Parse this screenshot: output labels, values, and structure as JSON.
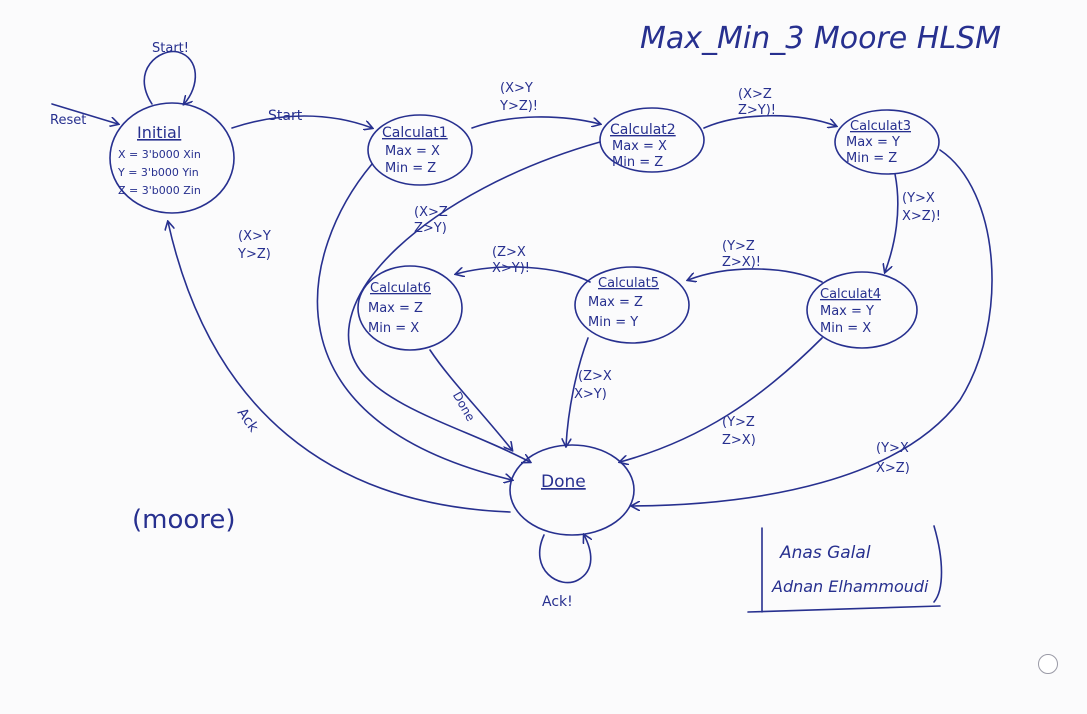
{
  "title": "Max_Min_3 Moore HLSM",
  "labels": {
    "reset": "Reset",
    "start_bang": "Start!",
    "start": "Start",
    "ack": "Ack",
    "ack_bang": "Ack!",
    "done_edge": "Done",
    "moore": "(moore)"
  },
  "states": {
    "initial": {
      "name": "Initial",
      "lines": [
        "X = 3'b000 Xin",
        "Y = 3'b000 Yin",
        "Z = 3'b000 Zin"
      ]
    },
    "calc1": {
      "name": "Calculat1",
      "lines": [
        "Max = X",
        "Min = Z"
      ]
    },
    "calc2": {
      "name": "Calculat2",
      "lines": [
        "Max = X",
        "Min = Z"
      ]
    },
    "calc3": {
      "name": "Calculat3",
      "lines": [
        "Max = Y",
        "Min = Z"
      ]
    },
    "calc4": {
      "name": "Calculat4",
      "lines": [
        "Max = Y",
        "Min = X"
      ]
    },
    "calc5": {
      "name": "Calculat5",
      "lines": [
        "Max = Z",
        "Min = Y"
      ]
    },
    "calc6": {
      "name": "Calculat6",
      "lines": [
        "Max = Z",
        "Min = X"
      ]
    },
    "done": {
      "name": "Done"
    }
  },
  "conditions": {
    "c1_to_c2": [
      "(X>Y",
      "Y>Z)!"
    ],
    "c2_to_c3": [
      "(X>Z",
      "Z>Y)!"
    ],
    "c3_to_c4": [
      "(Y>X",
      "X>Z)!"
    ],
    "c4_to_c5": [
      "(Y>Z",
      "Z>X)!"
    ],
    "c5_to_c6": [
      "(Z>X",
      "X>Y)!"
    ],
    "init_to_done": [
      "(X>Y",
      "Y>Z)"
    ],
    "c2_to_done": [
      "(X>Z",
      "Z>Y)"
    ],
    "c5_to_done": [
      "(Z>X",
      "X>Y)"
    ],
    "c4_to_done": [
      "(Y>Z",
      "Z>X)"
    ],
    "c3_to_done": [
      "(Y>X",
      "X>Z)"
    ]
  },
  "signature": [
    "Anas Galal",
    "Adnan Elhammoudi"
  ],
  "colors": {
    "ink": "#27308f",
    "paper": "#fbfbfc"
  }
}
